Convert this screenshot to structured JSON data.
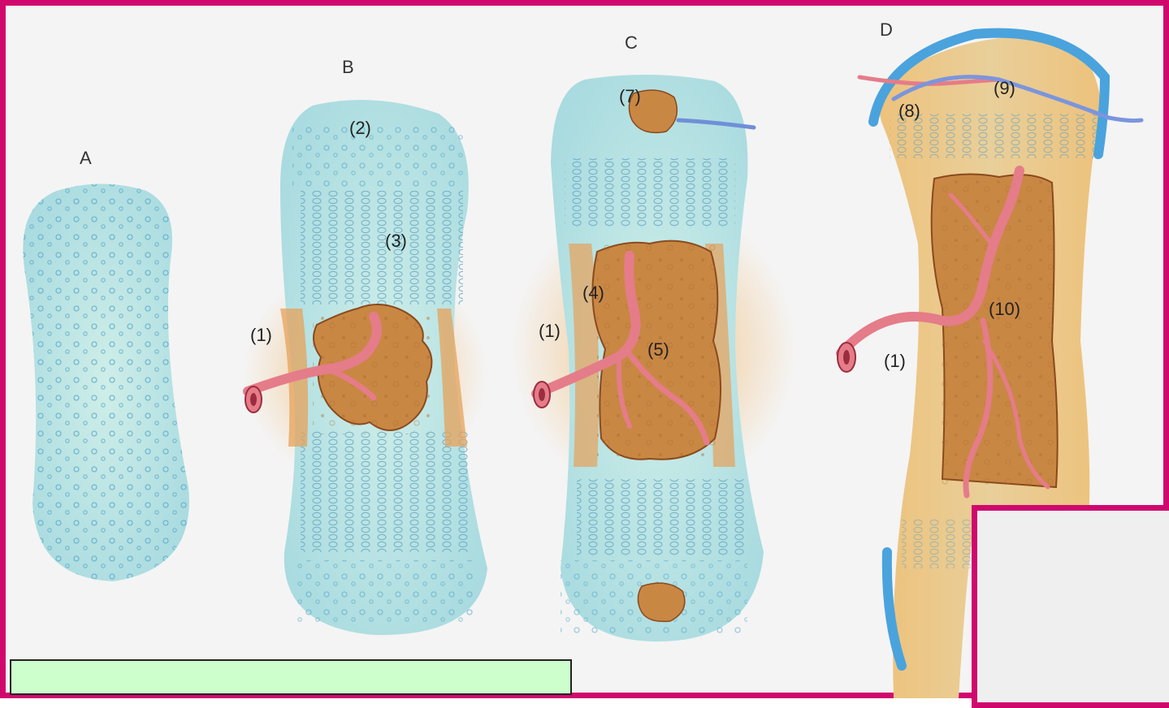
{
  "stages": [
    {
      "key": "A",
      "label": "A"
    },
    {
      "key": "B",
      "label": "B"
    },
    {
      "key": "C",
      "label": "C"
    },
    {
      "key": "D",
      "label": "D"
    }
  ],
  "numbered_labels": {
    "n1": "(1)",
    "n2": "(2)",
    "n3": "(3)",
    "n4": "(4)",
    "n5": "(5)",
    "n7": "(7)",
    "n8": "(8)",
    "n9": "(9)",
    "n10": "(10)"
  },
  "caption": "",
  "colors": {
    "frame": "#d0086e",
    "cartilage": "#bfe3e3",
    "bone": "#e9b36a",
    "marrow": "#c98a45",
    "vessel": "#e7707f",
    "periosteum_blue": "#4aa3dd",
    "caption_bg": "#ccffcc"
  },
  "icons": [
    "artery-icon",
    "vein-icon"
  ]
}
